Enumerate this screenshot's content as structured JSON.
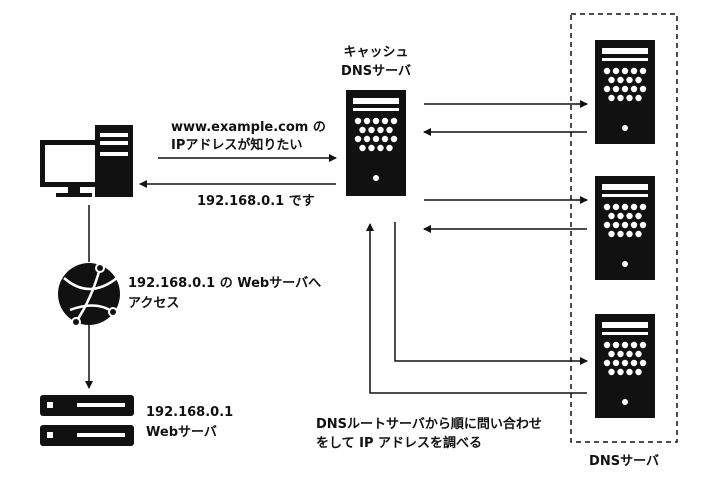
{
  "labels": {
    "cache_server_line1": "キャッシュ",
    "cache_server_line2": "DNSサーバ",
    "request_line1": "www.example.com の",
    "request_line2": "IPアドレスが知りたい",
    "reply": "192.168.0.1 です",
    "access_line1": "192.168.0.1 の Webサーバへ",
    "access_line2": "アクセス",
    "web_server_line1": "192.168.0.1",
    "web_server_line2": "Webサーバ",
    "query_line1": "DNSルートサーバから順に問い合わせ",
    "query_line2": "をして IP アドレスを調べる",
    "dns_servers_group": "DNSサーバ"
  }
}
